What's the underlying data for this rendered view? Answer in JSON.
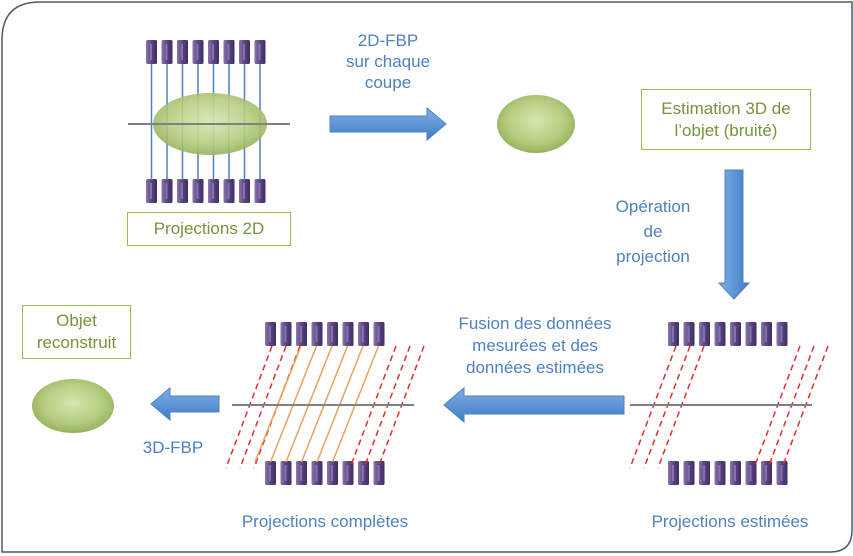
{
  "steps": {
    "step1_arrow_label": "2D-FBP\nsur chaque\ncoupe",
    "projections_2d": "Projections 2D",
    "estimation_3d": "Estimation 3D de\nl’objet (bruité)",
    "projection_op": "Opération\nde\nprojection",
    "projections_estimees": "Projections estimées",
    "fusion_label": "Fusion des données\nmesurées et des\ndonnées estimées",
    "projections_completes": "Projections complètes",
    "fbp_3d": "3D-FBP",
    "objet_reconstruit": "Objet\nreconstruit"
  },
  "colors": {
    "frame": "#4a5a6a",
    "detector": "#6b5296",
    "ellipse": "#a8c070",
    "arrow": "#5b93d4",
    "line_blue": "#4f81bd",
    "line_orange": "#e8a25a",
    "line_red_dashed": "#e03030",
    "text_blue": "#4f81bd",
    "text_green": "#77933c"
  }
}
